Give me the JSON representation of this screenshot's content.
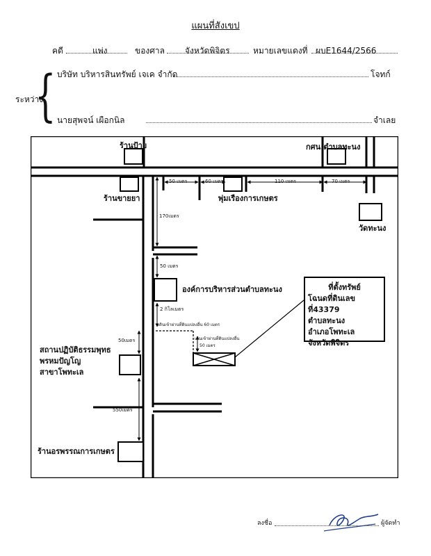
{
  "title": "แผนที่สังเขป",
  "case_line": {
    "case_label": "คดี",
    "case_type": "แพ่ง",
    "court_label": "ของศาล",
    "court": "จังหวัดพิจิตร",
    "number_label": "หมายเลขแดงที่",
    "number": "ผบE1644/2566"
  },
  "parties": {
    "between_label": "ระหว่าง",
    "plaintiff": "บริษัท บริหารสินทรัพย์ เจเค จำกัด",
    "plaintiff_role": "โจทก์",
    "defendant": "นายสุพจน์ เผือกนิล",
    "defendant_role": "จำเลย"
  },
  "map": {
    "places": {
      "shop_pai": "ร้านป้าย",
      "kosor": "กศน.ตำบลทะนง",
      "pharmacy": "ร้านขายยา",
      "agri_group": "พุ่มเรืองการเกษตร",
      "temple": "วัดทะนง",
      "tao": "องค์การบริหารส่วนตำบลทะนง",
      "dharma1": "สถานปฏิบัติธรรมพุทธ",
      "dharma2": "พรหมปัญโญ",
      "dharma3": "สาขาโพทะเล",
      "agri_shop": "ร้านอรพรรณการเกษตร"
    },
    "distances": {
      "d50_top": "50 เมตร",
      "d60_top": "60 เมตร",
      "d110": "110 เมตร",
      "d70": "70 เมตร",
      "d170": "170เมตร",
      "d50_mid": "50 เมตร",
      "d2km": "2 กิโลเมตร",
      "path60": "เดินเข้าผ่านที่ดินแปลงอื่น 60 เมตร",
      "path50_a": "เดินเข้าผ่านที่ดินแปลงอื่น",
      "path50_b": "50 เมตร",
      "d50_left": "50เมตร",
      "d550": "550เมตร"
    },
    "property": {
      "heading": "ที่ตั้งทรัพย์",
      "deed": "โฉนดที่ดินเลขที่43379",
      "subdistrict": "ตำบลทะนง",
      "district": "อำเภอโพทะเล",
      "province": "จังหวัดพิจิตร"
    }
  },
  "signature": {
    "sign_label": "ลงชื่อ",
    "role": "ผู้จัดทำ"
  }
}
